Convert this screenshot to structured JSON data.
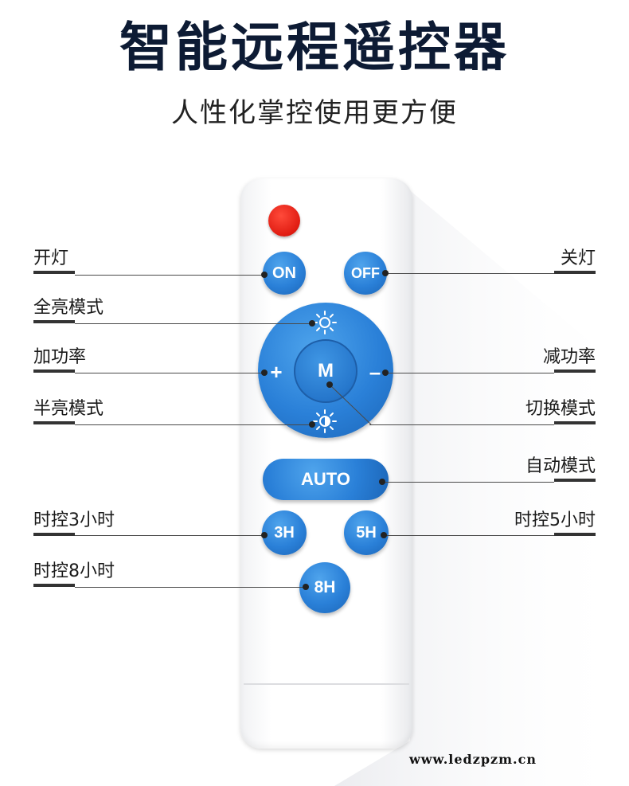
{
  "header": {
    "title": "智能远程遥控器",
    "subtitle": "人性化掌控使用更方便"
  },
  "remote": {
    "buttons": {
      "on": "ON",
      "off": "OFF",
      "center": "M",
      "plus": "+",
      "minus": "–",
      "auto": "AUTO",
      "h3": "3H",
      "h5": "5H",
      "h8": "8H"
    },
    "icons": {
      "full_bright": "sun-icon",
      "half_bright": "half-sun-icon",
      "power": "power-button"
    },
    "colors": {
      "button_blue": "#2a80d8",
      "power_red": "#e01c12",
      "title": "#0d1b34"
    }
  },
  "labels": {
    "on": "开灯",
    "off": "关灯",
    "full": "全亮模式",
    "plus": "加功率",
    "minus": "减功率",
    "half": "半亮模式",
    "switch": "切换模式",
    "auto": "自动模式",
    "h3": "时控3小时",
    "h5": "时控5小时",
    "h8": "时控8小时"
  },
  "footer": {
    "url": "www.ledzpzm.cn"
  }
}
